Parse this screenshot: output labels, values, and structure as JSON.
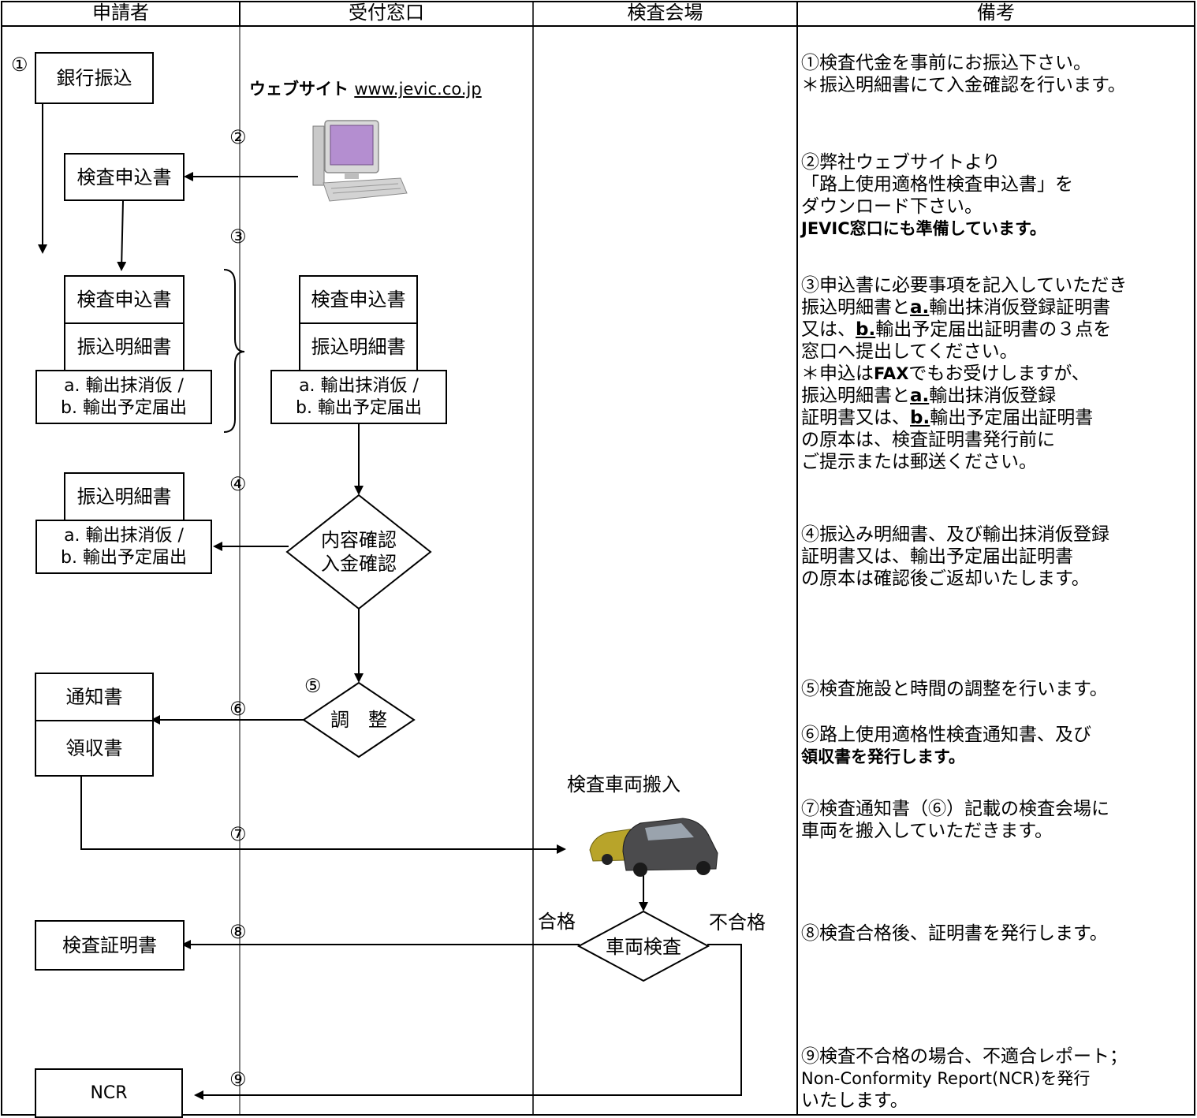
{
  "headers": [
    "申請者",
    "受付窓口",
    "検査会場",
    "備考"
  ],
  "applicant": {
    "bank_transfer": "銀行振込",
    "application_form": "検査申込書",
    "bundle": [
      "検査申込書",
      "振込明細書",
      "a. 輸出抹消仮 /",
      "b. 輸出予定届出"
    ],
    "returned": [
      "振込明細書",
      "a. 輸出抹消仮 /",
      "b. 輸出予定届出"
    ],
    "notice": "通知書",
    "receipt": "領収書",
    "certificate": "検査証明書",
    "ncr": "NCR"
  },
  "reception": {
    "website_label": "ウェブサイト",
    "website_url": "www.jevic.co.jp",
    "bundle": [
      "検査申込書",
      "振込明細書",
      "a. 輸出抹消仮 /",
      "b. 輸出予定届出"
    ],
    "check_diamond": [
      "内容確認",
      "入金確認"
    ],
    "adjust_diamond": "調　整"
  },
  "venue": {
    "vehicle_in": "検査車両搬入",
    "inspection_diamond": "車両検査",
    "pass": "合格",
    "fail": "不合格"
  },
  "steps": [
    "①",
    "②",
    "③",
    "④",
    "⑤",
    "⑥",
    "⑦",
    "⑧",
    "⑨"
  ],
  "remarks": {
    "r1": [
      "①検査代金を事前にお振込下さい。",
      "＊振込明細書にて入金確認を行います。"
    ],
    "r2": [
      "②弊社ウェブサイトより",
      "「路上使用適格性検査申込書」を",
      "ダウンロード下さい。",
      "JEVIC窓口にも準備しています。"
    ],
    "r3": {
      "l1": "③申込書に必要事項を記入していただき",
      "l2a": "振込明細書と",
      "l2u": "a.",
      "l2b": "輸出抹消仮登録証明書",
      "l3a": "又は、",
      "l3u": "b.",
      "l3b": "輸出予定届出証明書の３点を",
      "l4": "窓口へ提出してください。",
      "l5a": "＊申込は",
      "l5b": "FAX",
      "l5c": "でもお受けしますが、",
      "l6a": "振込明細書と",
      "l6u": "a.",
      "l6b": "輸出抹消仮登録",
      "l7a": "証明書又は、",
      "l7u": "b.",
      "l7b": "輸出予定届出証明書",
      "l8": "の原本は、検査証明書発行前に",
      "l9": "ご提示または郵送ください。"
    },
    "r4": [
      "④振込み明細書、及び輸出抹消仮登録",
      "証明書又は、輸出予定届出証明書",
      "の原本は確認後ご返却いたします。"
    ],
    "r5": "⑤検査施設と時間の調整を行います。",
    "r6": [
      "⑥路上使用適格性検査通知書、及び",
      "領収書を発行します。"
    ],
    "r7": [
      "⑦検査通知書（⑥）記載の検査会場に",
      "車両を搬入していただきます。"
    ],
    "r8": "⑧検査合格後、証明書を発行します。",
    "r9": [
      "⑨検査不合格の場合、不適合レポート；",
      "Non-Conformity Report(NCR)を発行",
      "いたします。"
    ]
  }
}
